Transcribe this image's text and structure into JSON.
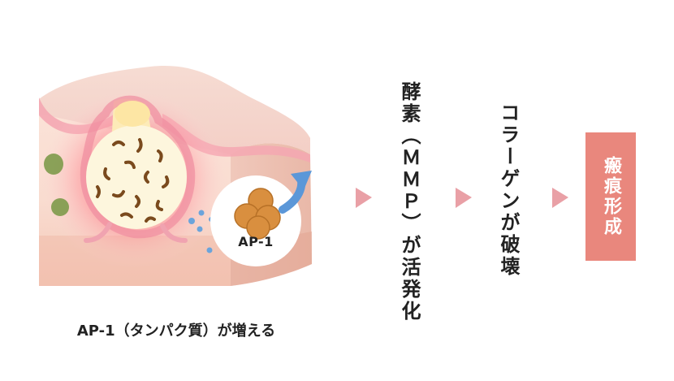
{
  "illustration": {
    "badge_label": "AP-1",
    "caption": "AP-1（タンパク質）が増える"
  },
  "steps": [
    {
      "text": "酵素（ＭＭＰ）が活発化"
    },
    {
      "text": "コラーゲンが破壊"
    }
  ],
  "result": {
    "text": "瘢痕形成"
  },
  "colors": {
    "accent": "#e9877d",
    "arrow": "#5b97d8",
    "chevron": "#e9a0a6",
    "skin": "#f8d8cd"
  }
}
